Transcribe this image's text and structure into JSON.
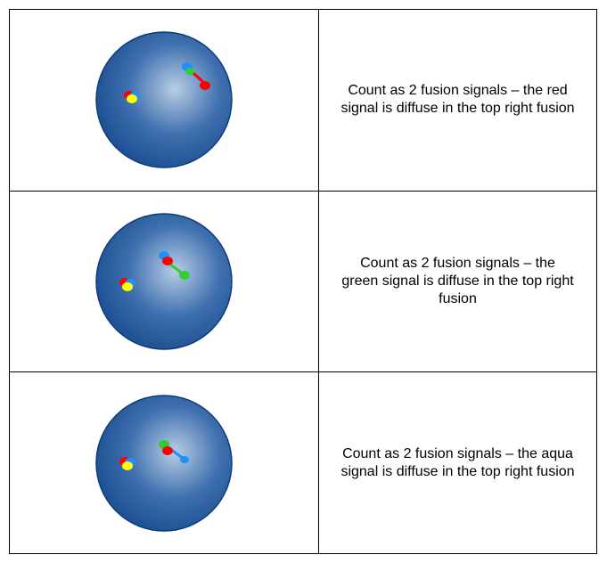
{
  "colors": {
    "nucleus_center": "#B7CDE6",
    "nucleus_mid": "#3E6FAE",
    "nucleus_edge": "#1C4F93",
    "nucleus_outline": "#0E3B78",
    "red_signal": "#FF0000",
    "green_signal": "#33CC33",
    "aqua_signal": "#1E90FF",
    "yellow_overlap": "#FFFF00"
  },
  "rows": [
    {
      "caption": "Count as 2 fusion signals – the red signal is diffuse in the top right fusion",
      "diffuse_signal": "red"
    },
    {
      "caption": "Count as 2 fusion signals – the green signal is diffuse in the top right fusion",
      "diffuse_signal": "green"
    },
    {
      "caption": "Count as 2 fusion signals – the aqua signal is diffuse in the top right fusion",
      "diffuse_signal": "aqua"
    }
  ]
}
